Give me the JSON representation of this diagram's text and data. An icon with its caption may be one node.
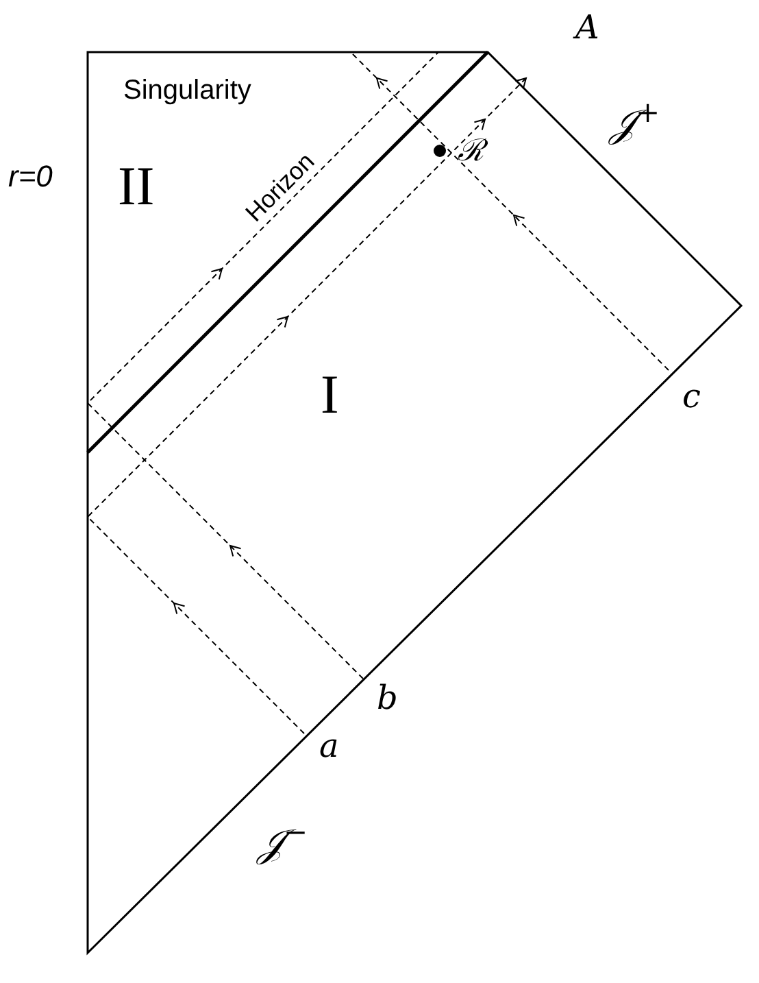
{
  "diagram": {
    "labels": [
      "A",
      "Singularity",
      "𝒥$^{+}$",
      "r=0",
      "II",
      "ℛ",
      "Horizon",
      "I",
      "c",
      "b",
      "a",
      "𝒥$^{−}$"
    ]
  }
}
